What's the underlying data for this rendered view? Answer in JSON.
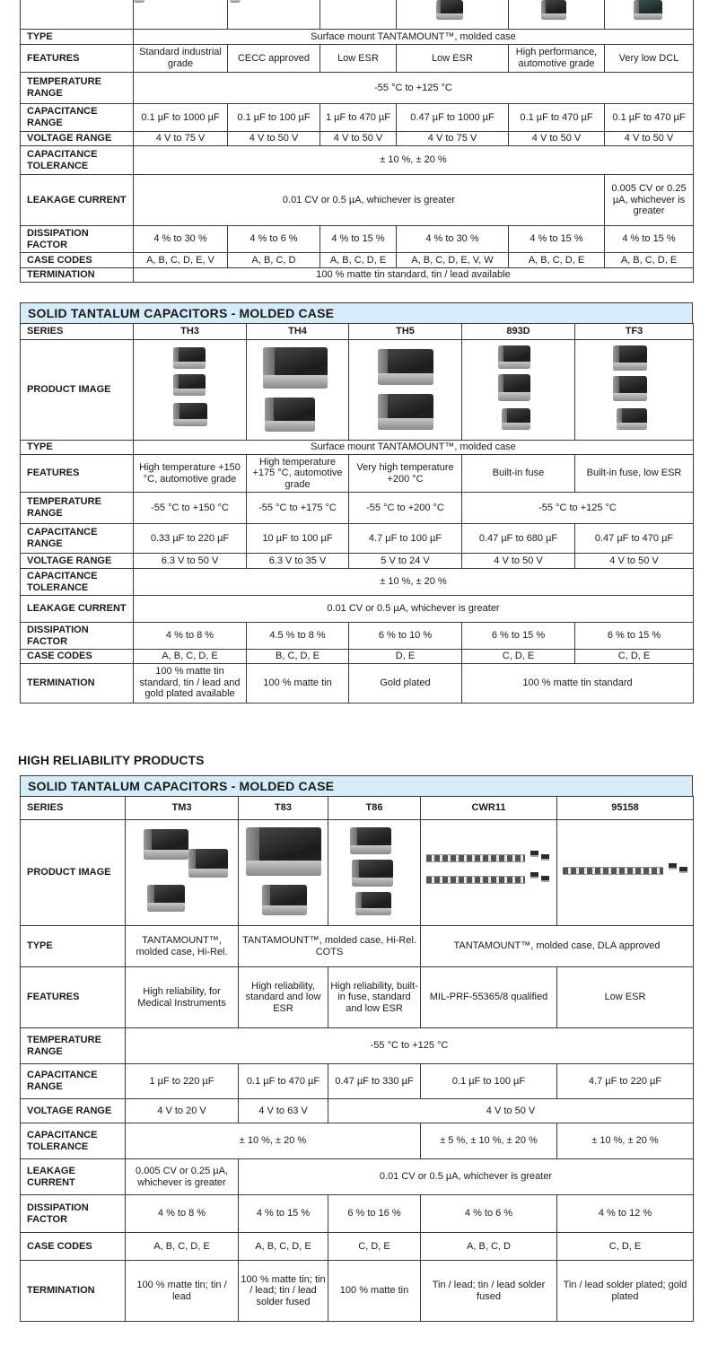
{
  "t1": {
    "type": {
      "label": "TYPE",
      "value": "Surface mount TANTAMOUNT™, molded case"
    },
    "features": {
      "label": "FEATURES",
      "values": [
        "Standard industrial grade",
        "CECC approved",
        "Low ESR",
        "Low ESR",
        "High performance, automotive grade",
        "Very low DCL"
      ]
    },
    "temp": {
      "label": "TEMPERATURE RANGE",
      "value": "-55 °C to +125 °C"
    },
    "cap": {
      "label": "CAPACITANCE RANGE",
      "values": [
        "0.1 µF to 1000 µF",
        "0.1 µF to 100 µF",
        "1 µF to 470 µF",
        "0.47 µF to 1000 µF",
        "0.1 µF to 470 µF",
        "0.1 µF to 470 µF"
      ]
    },
    "volt": {
      "label": "VOLTAGE RANGE",
      "values": [
        "4 V to 75 V",
        "4 V to 50 V",
        "4 V to 50 V",
        "4 V to 75 V",
        "4 V to 50 V",
        "4 V to 50 V"
      ]
    },
    "tol": {
      "label": "CAPACITANCE TOLERANCE",
      "value": "± 10 %, ± 20 %"
    },
    "leak": {
      "label": "LEAKAGE CURRENT",
      "value": "0.01 CV or 0.5 µA, whichever is greater",
      "last": "0.005 CV or 0.25 µA, whichever is greater"
    },
    "diss": {
      "label": "DISSIPATION FACTOR",
      "values": [
        "4 % to 30 %",
        "4 % to 6 %",
        "4 % to 15 %",
        "4 % to 30 %",
        "4 % to 15 %",
        "4 % to 15 %"
      ]
    },
    "case": {
      "label": "CASE CODES",
      "values": [
        "A, B, C, D, E, V",
        "A, B, C, D",
        "A, B, C, D, E",
        "A, B, C, D, E, V, W",
        "A, B, C, D, E",
        "A, B, C, D, E"
      ]
    },
    "term": {
      "label": "TERMINATION",
      "value": "100 % matte tin standard, tin / lead available"
    }
  },
  "t2": {
    "title": "SOLID TANTALUM CAPACITORS - MOLDED CASE",
    "series": {
      "label": "SERIES",
      "values": [
        "TH3",
        "TH4",
        "TH5",
        "893D",
        "TF3"
      ]
    },
    "image": {
      "label": "PRODUCT IMAGE"
    },
    "type": {
      "label": "TYPE",
      "value": "Surface mount TANTAMOUNT™, molded case"
    },
    "features": {
      "label": "FEATURES",
      "values": [
        "High temperature +150 °C, automotive grade",
        "High temperature +175 °C, automotive grade",
        "Very high temperature +200 °C",
        "Built-in fuse",
        "Built-in fuse, low ESR"
      ]
    },
    "temp": {
      "label": "TEMPERATURE RANGE",
      "values": [
        "-55 °C to +150 °C",
        "-55 °C to +175 °C",
        "-55 °C to +200 °C",
        "-55 °C to +125 °C"
      ]
    },
    "cap": {
      "label": "CAPACITANCE RANGE",
      "values": [
        "0.33 µF to 220 µF",
        "10 µF to 100 µF",
        "4.7 µF to 100 µF",
        "0.47 µF to 680 µF",
        "0.47 µF to 470 µF"
      ]
    },
    "volt": {
      "label": "VOLTAGE RANGE",
      "values": [
        "6.3 V to 50 V",
        "6.3 V to 35 V",
        "5 V to 24 V",
        "4 V to 50 V",
        "4 V to 50 V"
      ]
    },
    "tol": {
      "label": "CAPACITANCE TOLERANCE",
      "value": "± 10 %, ± 20 %"
    },
    "leak": {
      "label": "LEAKAGE CURRENT",
      "value": "0.01 CV or 0.5 µA, whichever is greater"
    },
    "diss": {
      "label": "DISSIPATION FACTOR",
      "values": [
        "4 % to 8 %",
        "4.5 % to 8 %",
        "6 % to 10 %",
        "6 % to 15 %",
        "6 % to 15 %"
      ]
    },
    "case": {
      "label": "CASE CODES",
      "values": [
        "A, B, C, D, E",
        "B, C, D, E",
        "D, E",
        "C, D, E",
        "C, D, E"
      ]
    },
    "term": {
      "label": "TERMINATION",
      "values": [
        "100 % matte tin standard, tin / lead and gold plated available",
        "100 % matte tin",
        "Gold plated",
        "100 % matte tin standard"
      ]
    }
  },
  "section_title": "HIGH RELIABILITY PRODUCTS",
  "t3": {
    "title": "SOLID TANTALUM CAPACITORS - MOLDED CASE",
    "series": {
      "label": "SERIES",
      "values": [
        "TM3",
        "T83",
        "T86",
        "CWR11",
        "95158"
      ]
    },
    "image": {
      "label": "PRODUCT IMAGE"
    },
    "type": {
      "label": "TYPE",
      "values": [
        "TANTAMOUNT™, molded case, Hi-Rel.",
        "TANTAMOUNT™, molded case, Hi-Rel. COTS",
        "TANTAMOUNT™, molded case, DLA approved"
      ]
    },
    "features": {
      "label": "FEATURES",
      "values": [
        "High reliability, for Medical Instruments",
        "High reliability, standard and low ESR",
        "High reliability, built-in fuse, standard and low ESR",
        "MIL-PRF-55365/8 qualified",
        "Low ESR"
      ]
    },
    "temp": {
      "label": "TEMPERATURE RANGE",
      "value": "-55 °C to +125 °C"
    },
    "cap": {
      "label": "CAPACITANCE RANGE",
      "values": [
        "1 µF to 220 µF",
        "0.1 µF to 470 µF",
        "0.47 µF to 330 µF",
        "0.1 µF to 100 µF",
        "4.7 µF to 220 µF"
      ]
    },
    "volt": {
      "label": "VOLTAGE RANGE",
      "values": [
        "4 V to 20 V",
        "4 V to 63 V",
        "4 V to 50 V"
      ]
    },
    "tol": {
      "label": "CAPACITANCE TOLERANCE",
      "values": [
        "± 10 %, ± 20 %",
        "± 5 %, ± 10 %, ± 20 %",
        "± 10 %, ± 20 %"
      ]
    },
    "leak": {
      "label": "LEAKAGE CURRENT",
      "values": [
        "0.005 CV or 0.25 µA, whichever is greater",
        "0.01 CV or 0.5 µA, whichever is greater"
      ]
    },
    "diss": {
      "label": "DISSIPATION FACTOR",
      "values": [
        "4 % to 8 %",
        "4 % to 15 %",
        "6 % to 16 %",
        "4 % to 6 %",
        "4 % to 12 %"
      ]
    },
    "case": {
      "label": "CASE CODES",
      "values": [
        "A, B, C, D, E",
        "A, B, C, D, E",
        "C, D, E",
        "A, B, C, D",
        "C, D, E"
      ]
    },
    "term": {
      "label": "TERMINATION",
      "values": [
        "100 % matte tin; tin / lead",
        "100 % matte tin; tin / lead; tin / lead solder fused",
        "100 % matte tin",
        "Tin / lead; tin / lead solder fused",
        "Tin / lead solder plated; gold plated"
      ]
    }
  }
}
